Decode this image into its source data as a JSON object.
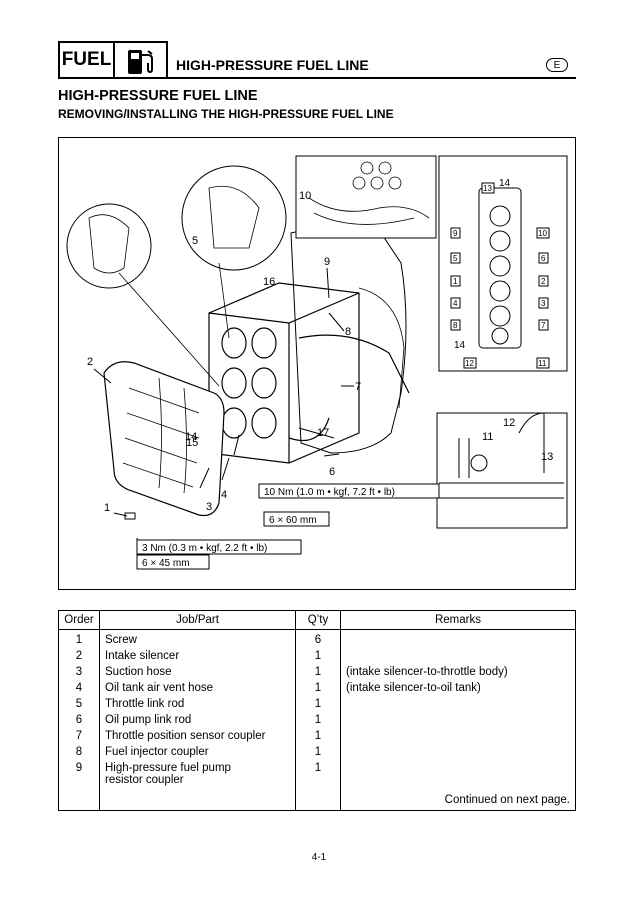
{
  "header": {
    "section": "FUEL",
    "title": "HIGH-PRESSURE FUEL LINE",
    "lang": "E"
  },
  "section_title": "HIGH-PRESSURE FUEL LINE",
  "section_subtitle": "REMOVING/INSTALLING THE HIGH-PRESSURE FUEL LINE",
  "figure": {
    "torque_1": "10 Nm (1.0 m • kgf, 7.2 ft • lb)",
    "size_1": "6 × 60 mm",
    "torque_2": "3 Nm (0.3 m • kgf, 2.2 ft • lb)",
    "size_2": "6 × 45 mm",
    "callouts": [
      "1",
      "2",
      "3",
      "4",
      "5",
      "6",
      "7",
      "8",
      "9",
      "10",
      "11",
      "12",
      "13",
      "14",
      "15",
      "16",
      "17"
    ],
    "bolt_labels": [
      "13",
      "14",
      "9",
      "10",
      "5",
      "6",
      "1",
      "2",
      "4",
      "3",
      "8",
      "7",
      "14",
      "12",
      "11"
    ]
  },
  "table": {
    "headers": {
      "order": "Order",
      "job": "Job/Part",
      "qty": "Q’ty",
      "remarks": "Remarks"
    },
    "rows": [
      {
        "order": "1",
        "job": "Screw",
        "qty": "6",
        "remarks": ""
      },
      {
        "order": "2",
        "job": "Intake silencer",
        "qty": "1",
        "remarks": ""
      },
      {
        "order": "3",
        "job": "Suction hose",
        "qty": "1",
        "remarks": "(intake silencer-to-throttle body)"
      },
      {
        "order": "4",
        "job": "Oil tank air vent hose",
        "qty": "1",
        "remarks": "(intake silencer-to-oil tank)"
      },
      {
        "order": "5",
        "job": "Throttle link rod",
        "qty": "1",
        "remarks": ""
      },
      {
        "order": "6",
        "job": "Oil pump link rod",
        "qty": "1",
        "remarks": ""
      },
      {
        "order": "7",
        "job": "Throttle position sensor coupler",
        "qty": "1",
        "remarks": ""
      },
      {
        "order": "8",
        "job": "Fuel injector coupler",
        "qty": "1",
        "remarks": ""
      },
      {
        "order": "9",
        "job": "High-pressure fuel pump",
        "job2": "resistor coupler",
        "qty": "1",
        "remarks": ""
      }
    ],
    "continued": "Continued on next page."
  },
  "page_number": "4-1"
}
